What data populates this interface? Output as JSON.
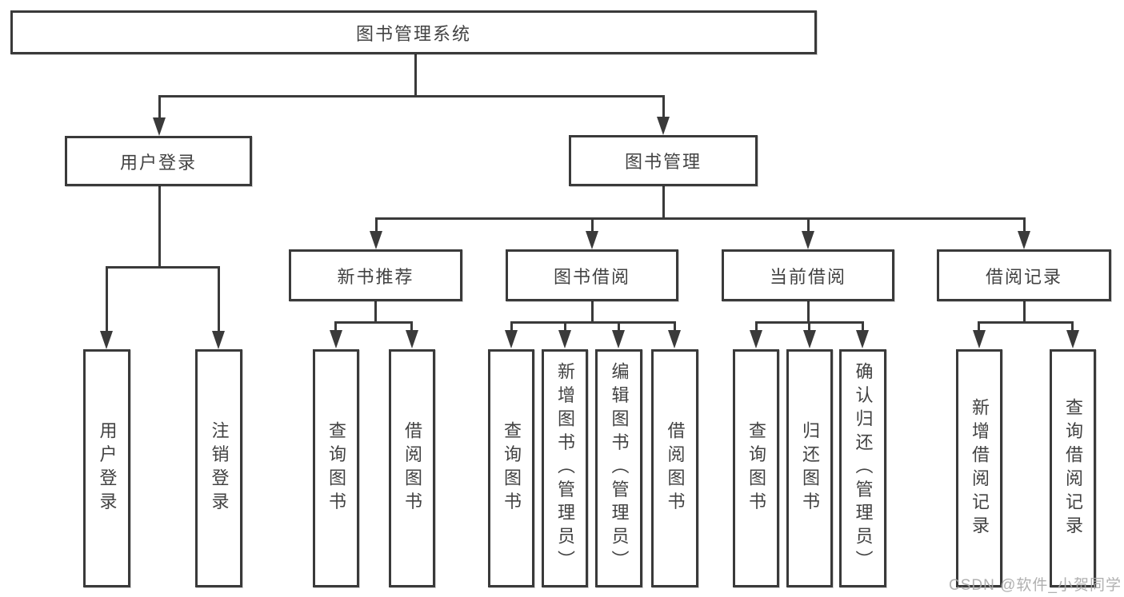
{
  "diagram": {
    "watermark": "CSDN @软件_小贺同学",
    "colors": {
      "line": "#3a3a3a",
      "text": "#424242",
      "box_bg": "#ffffff",
      "watermark": "#a8a8a8"
    },
    "tree": {
      "label": "图书管理系统",
      "children": [
        {
          "label": "用户登录",
          "children": [
            {
              "label": "用户登录"
            },
            {
              "label": "注销登录"
            }
          ]
        },
        {
          "label": "图书管理",
          "children": [
            {
              "label": "新书推荐",
              "children": [
                {
                  "label": "查询图书"
                },
                {
                  "label": "借阅图书"
                }
              ]
            },
            {
              "label": "图书借阅",
              "children": [
                {
                  "label": "查询图书"
                },
                {
                  "label": "新增图书（管理员）"
                },
                {
                  "label": "编辑图书（管理员）"
                },
                {
                  "label": "借阅图书"
                }
              ]
            },
            {
              "label": "当前借阅",
              "children": [
                {
                  "label": "查询图书"
                },
                {
                  "label": "归还图书"
                },
                {
                  "label": "确认归还（管理员）"
                }
              ]
            },
            {
              "label": "借阅记录",
              "children": [
                {
                  "label": "新增借阅记录"
                },
                {
                  "label": "查询借阅记录"
                }
              ]
            }
          ]
        }
      ]
    }
  }
}
